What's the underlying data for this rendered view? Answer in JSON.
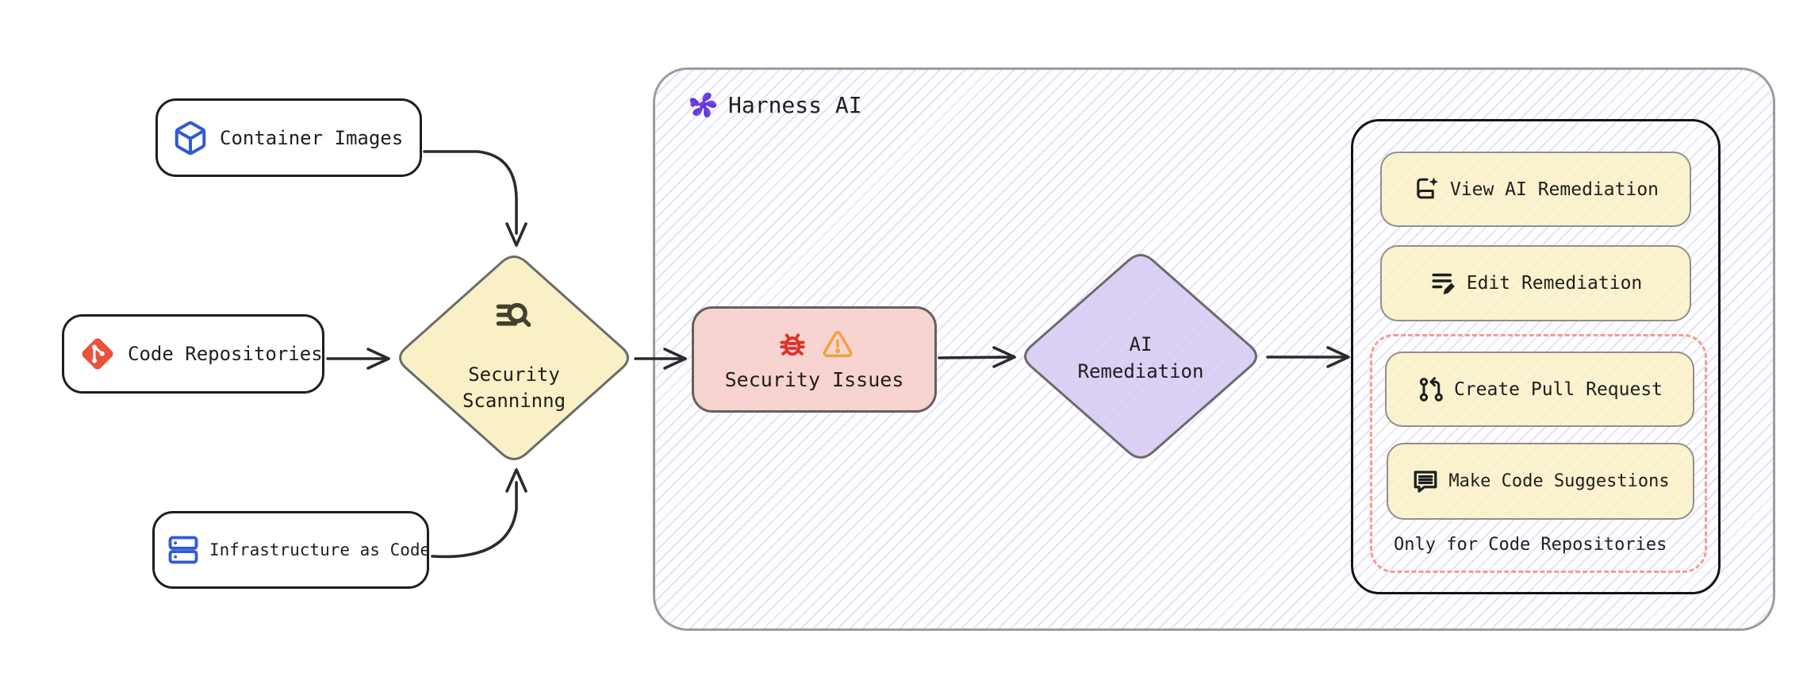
{
  "sources": [
    {
      "label": "Container Images",
      "icon": "container-cube-icon"
    },
    {
      "label": "Code Repositories",
      "icon": "git-icon"
    },
    {
      "label": "Infrastructure as Code",
      "icon": "server-stack-icon"
    }
  ],
  "scanning": {
    "line1": "Security",
    "line2": "Scanninng",
    "icon": "scan-search-icon"
  },
  "harness": {
    "title": "Harness AI",
    "icon": "harness-ai-logo"
  },
  "issues": {
    "label": "Security Issues",
    "icons": [
      "bug-icon",
      "warning-triangle-icon"
    ]
  },
  "remediation": {
    "line1": "AI",
    "line2": "Remediation"
  },
  "actions": {
    "view": "View AI Remediation",
    "edit": "Edit Remediation",
    "create_pr": "Create Pull Request",
    "suggestions": "Make Code Suggestions",
    "note": "Only for Code Repositories"
  },
  "colors": {
    "yellow_fill": "#faf0c6",
    "pink_fill": "#f7d2cf",
    "violet_fill": "#d9ccf3",
    "hatch_line": "#d6d2f2",
    "salmon_dashed": "#f49c92",
    "git_red": "#e8533c",
    "icon_blue": "#2e5cd6",
    "bug_red": "#e03226",
    "warning_orange": "#eda33d",
    "harness_purple": "#5b2fd4",
    "shape_border": "#686868",
    "stroke_dark": "#1e1e1e"
  }
}
